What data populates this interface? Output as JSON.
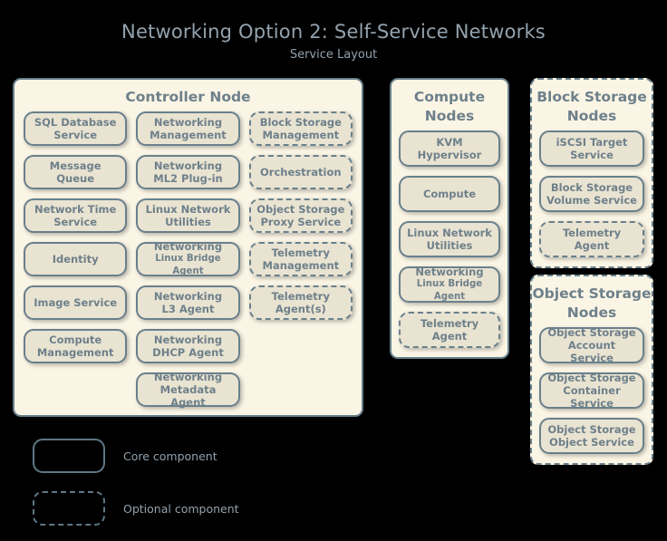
{
  "title": {
    "main": "Networking Option 2: Self-Service Networks",
    "sub": "Service Layout"
  },
  "colors": {
    "background": "#000000",
    "panel_fill": "#fbf5e5",
    "box_fill": "#e9e3d1",
    "border": "#69808c",
    "text": "#6e808b",
    "title_text": "#93a2ad"
  },
  "panels": [
    {
      "id": "controller",
      "title": "Controller Node",
      "style": "solid",
      "columns": [
        {
          "boxes": [
            {
              "l1": "SQL Database",
              "l2": "Service",
              "style": "core"
            },
            {
              "l1": "Message Queue",
              "l2": "",
              "style": "core"
            },
            {
              "l1": "Network Time",
              "l2": "Service",
              "style": "core"
            },
            {
              "l1": "Identity",
              "l2": "",
              "style": "core"
            },
            {
              "l1": "Image Service",
              "l2": "",
              "style": "core"
            },
            {
              "l1": "Compute",
              "l2": "Management",
              "style": "core"
            }
          ]
        },
        {
          "boxes": [
            {
              "l1": "Networking",
              "l2": "Management",
              "style": "core"
            },
            {
              "l1": "Networking",
              "l2": "ML2 Plug-in",
              "style": "core"
            },
            {
              "l1": "Linux Network",
              "l2": "Utilities",
              "style": "core"
            },
            {
              "l1": "Networking",
              "l2": "Linux Bridge Agent",
              "style": "core",
              "small2": true
            },
            {
              "l1": "Networking",
              "l2": "L3 Agent",
              "style": "core"
            },
            {
              "l1": "Networking",
              "l2": "DHCP Agent",
              "style": "core"
            },
            {
              "l1": "Networking",
              "l2": "Metadata Agent",
              "style": "core"
            }
          ]
        },
        {
          "boxes": [
            {
              "l1": "Block Storage",
              "l2": "Management",
              "style": "optional"
            },
            {
              "l1": "Orchestration",
              "l2": "",
              "style": "optional"
            },
            {
              "l1": "Object Storage",
              "l2": "Proxy Service",
              "style": "optional"
            },
            {
              "l1": "Telemetry",
              "l2": "Management",
              "style": "optional"
            },
            {
              "l1": "Telemetry",
              "l2": "Agent(s)",
              "style": "optional"
            }
          ]
        }
      ]
    },
    {
      "id": "compute",
      "title": "Compute Nodes",
      "style": "solid",
      "columns": [
        {
          "boxes": [
            {
              "l1": "KVM Hypervisor",
              "l2": "",
              "style": "core"
            },
            {
              "l1": "Compute",
              "l2": "",
              "style": "core"
            },
            {
              "l1": "Linux Network",
              "l2": "Utilities",
              "style": "core"
            },
            {
              "l1": "Networking",
              "l2": "Linux Bridge Agent",
              "style": "core",
              "small2": true
            },
            {
              "l1": "Telemetry",
              "l2": "Agent",
              "style": "optional"
            }
          ]
        }
      ]
    },
    {
      "id": "block",
      "title": "Block Storage Nodes",
      "style": "dashed",
      "columns": [
        {
          "boxes": [
            {
              "l1": "iSCSI Target",
              "l2": "Service",
              "style": "core"
            },
            {
              "l1": "Block Storage",
              "l2": "Volume Service",
              "style": "core"
            },
            {
              "l1": "Telemetry",
              "l2": "Agent",
              "style": "optional"
            }
          ]
        }
      ]
    },
    {
      "id": "object",
      "title": "Object Storage Nodes",
      "style": "dashed",
      "columns": [
        {
          "boxes": [
            {
              "l1": "Object Storage",
              "l2": "Account Service",
              "style": "core"
            },
            {
              "l1": "Object Storage",
              "l2": "Container Service",
              "style": "core"
            },
            {
              "l1": "Object Storage",
              "l2": "Object Service",
              "style": "core"
            }
          ]
        }
      ]
    }
  ],
  "legend": {
    "items": [
      {
        "label": "Core component",
        "style": "core"
      },
      {
        "label": "Optional component",
        "style": "optional"
      }
    ]
  }
}
